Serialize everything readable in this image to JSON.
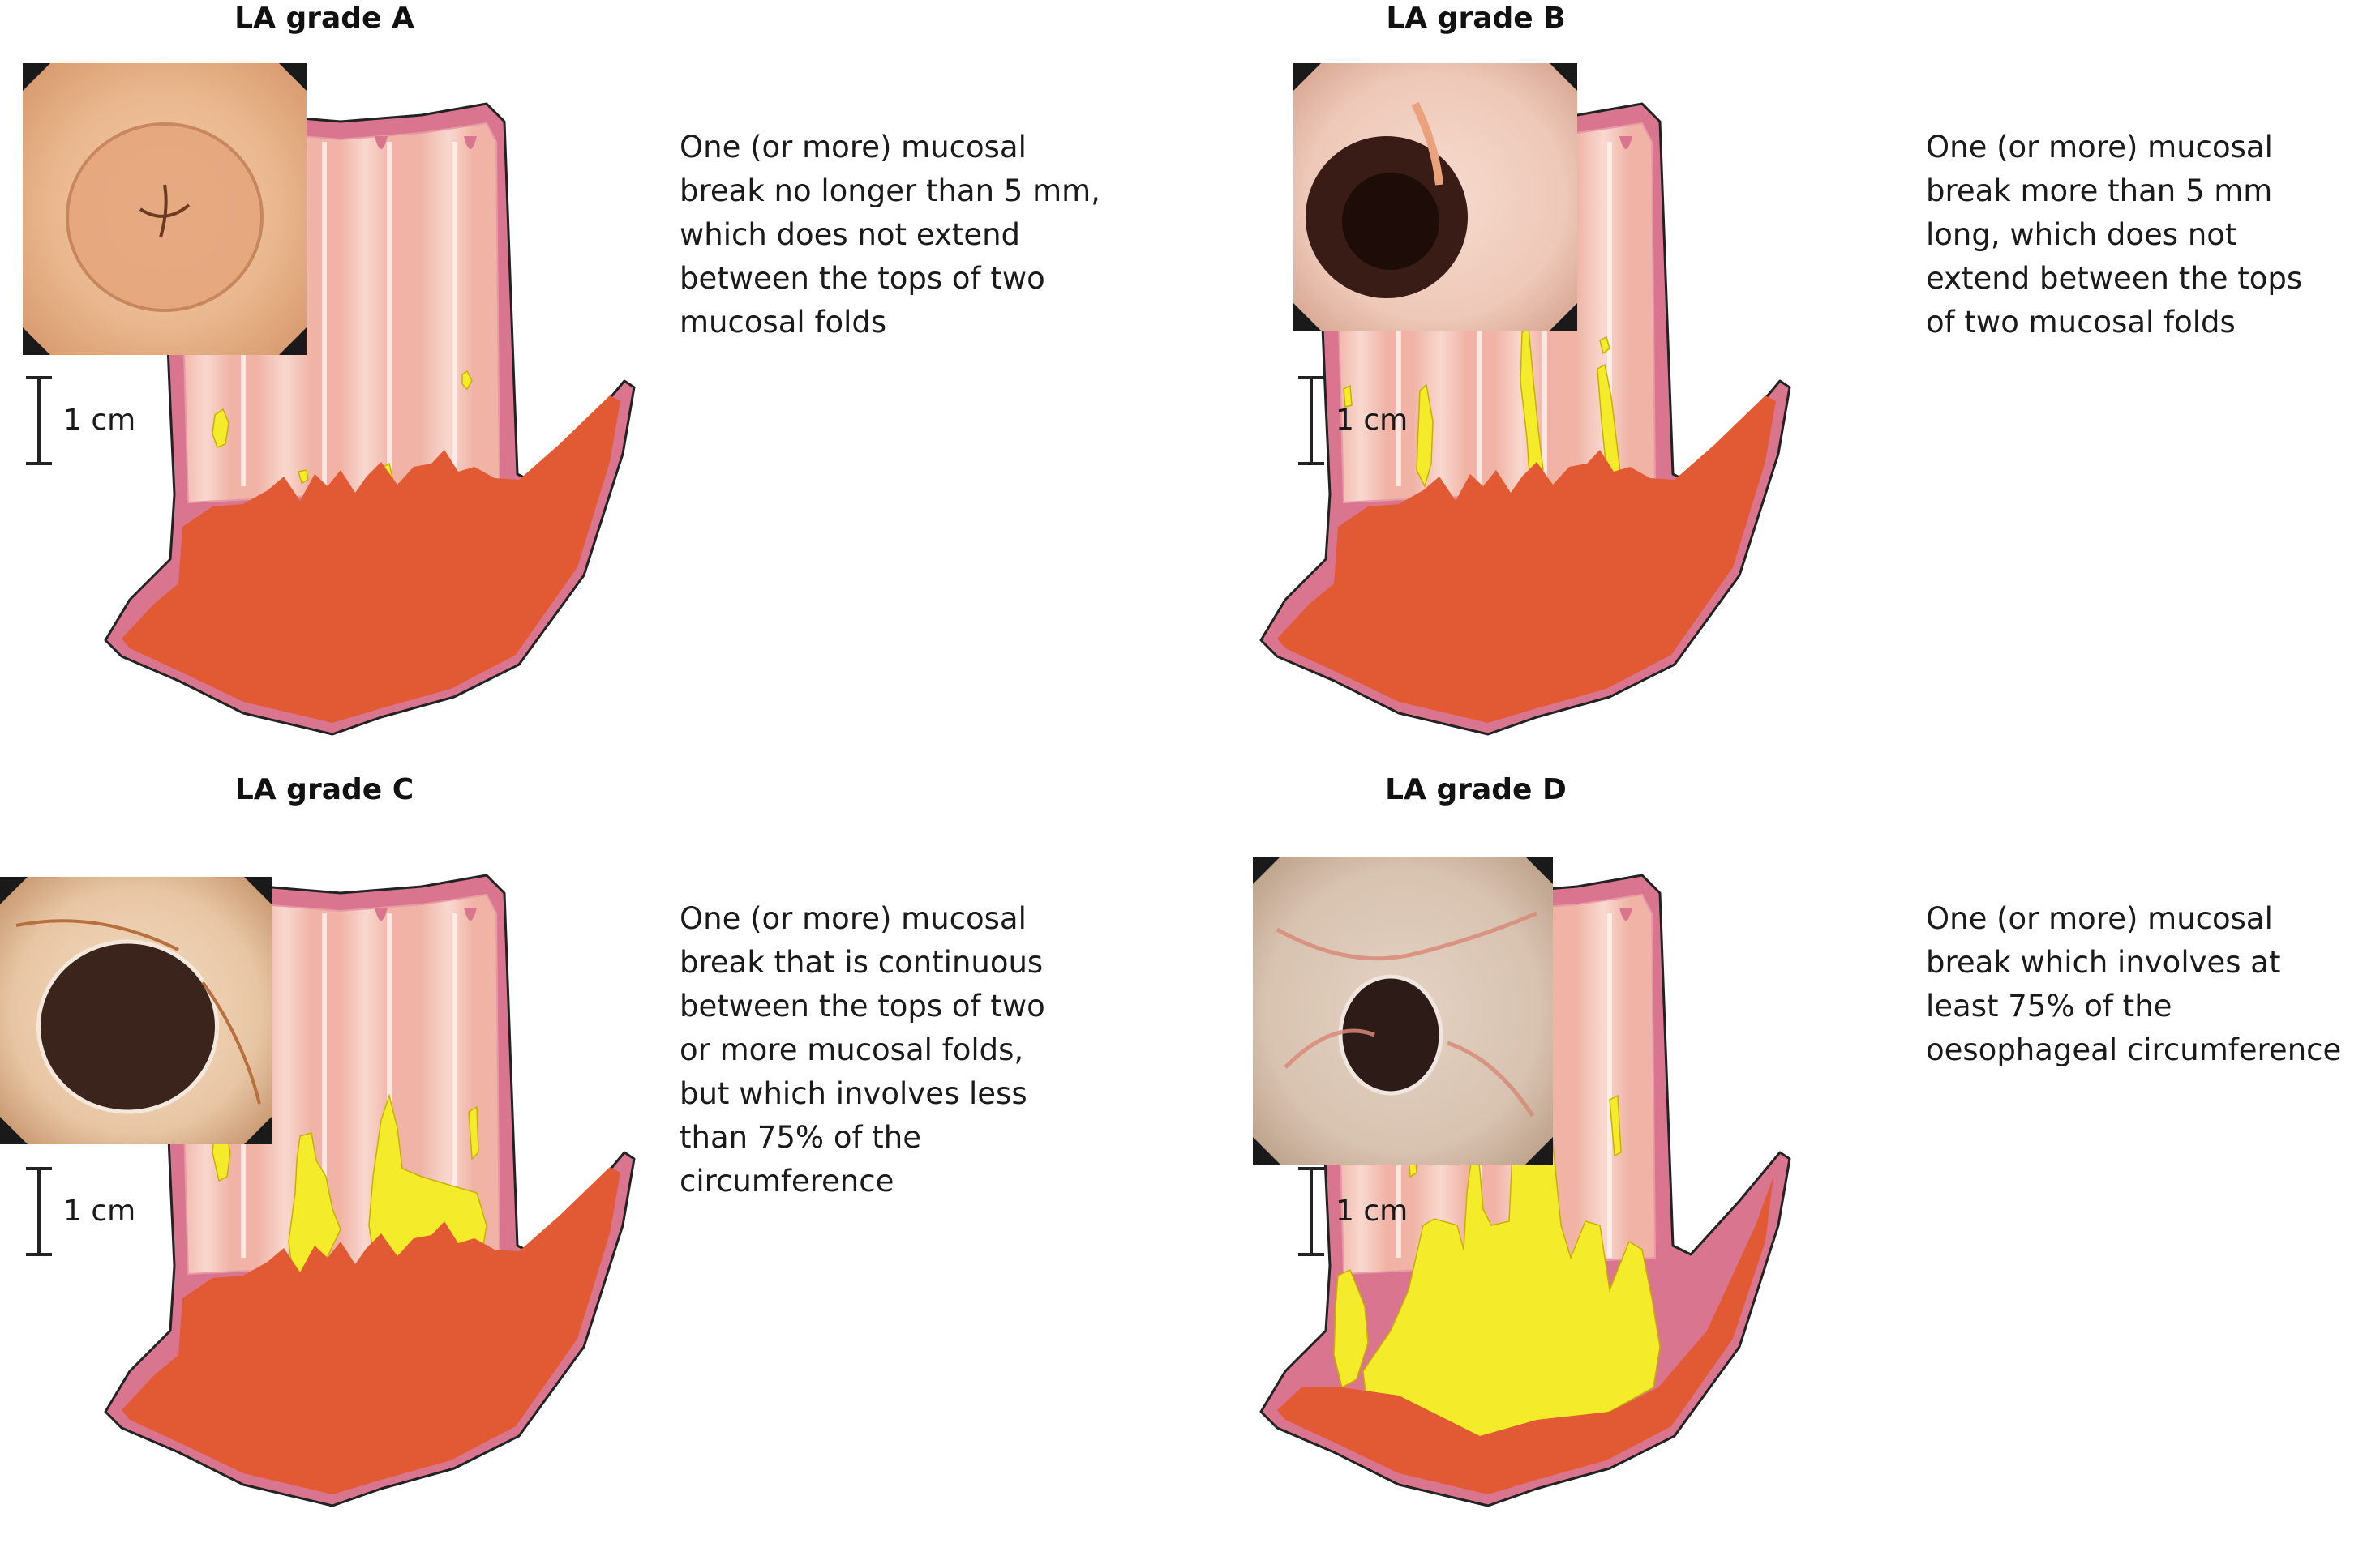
{
  "scale_label": "1 cm",
  "grades": [
    {
      "title": "LA grade A",
      "description": "One (or more) mucosal\nbreak no longer than 5 mm,\nwhich does not extend\nbetween the tops of two\nmucosal folds",
      "breaks": "small"
    },
    {
      "title": "LA grade B",
      "description": "One (or more) mucosal\nbreak more than 5 mm\nlong, which does not\nextend between the tops\nof two mucosal folds",
      "breaks": "elongated"
    },
    {
      "title": "LA grade C",
      "description": "One (or more) mucosal\nbreak that is continuous\nbetween the tops of two\nor more mucosal folds,\nbut which involves less\nthan 75% of the\ncircumference",
      "breaks": "continuous"
    },
    {
      "title": "LA grade D",
      "description": "One (or more) mucosal\nbreak which involves at\nleast 75% of the\noesophageal circumference",
      "breaks": "circumferential"
    }
  ],
  "colors": {
    "mucosa_wall": "#d9758f",
    "lumen_light": "#f9d8cf",
    "lumen_mid": "#f0b3a6",
    "stomach": "#e25a33",
    "erosion": "#f4ec2a",
    "outline": "#222222"
  }
}
